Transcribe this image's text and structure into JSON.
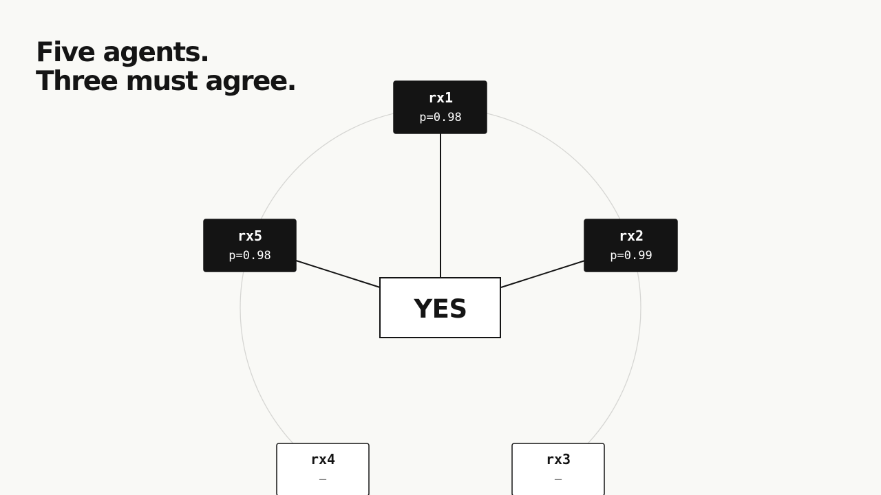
{
  "headline": {
    "line1": "Five agents.",
    "line2": "Three must agree."
  },
  "consensus": {
    "label": "YES"
  },
  "agents": [
    {
      "id": "rx1",
      "value": "p=0.98",
      "voted": true
    },
    {
      "id": "rx2",
      "value": "p=0.99",
      "voted": true
    },
    {
      "id": "rx3",
      "value": "—",
      "voted": false
    },
    {
      "id": "rx4",
      "value": "—",
      "voted": false
    },
    {
      "id": "rx5",
      "value": "p=0.98",
      "voted": true
    }
  ],
  "colors": {
    "background": "#f9f9f6",
    "voted_fill": "#141414",
    "voted_text": "#ffffff",
    "idle_fill": "#ffffff",
    "idle_text": "#141414",
    "ring": "#d6d6d3",
    "edge": "#141414"
  }
}
